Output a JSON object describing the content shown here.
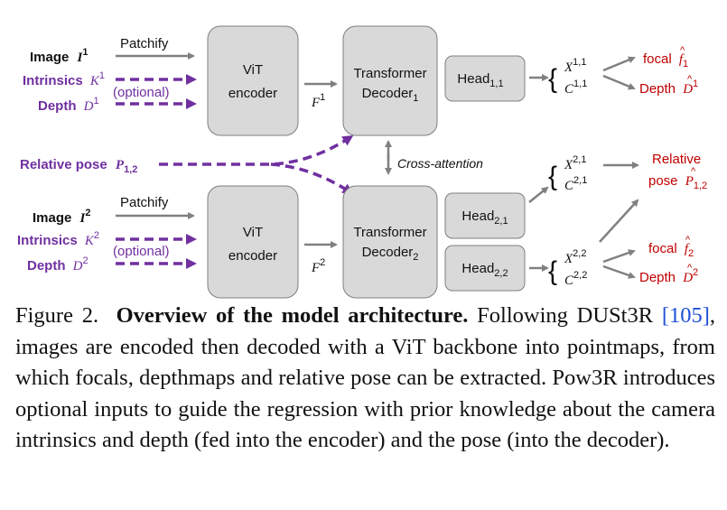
{
  "diagram": {
    "patchify": "Patchify",
    "image_label": "Image",
    "intrinsics_label": "Intrinsics",
    "depth_label": "Depth",
    "optional": "(optional)",
    "relative_pose_label": "Relative pose",
    "vit_line1": "ViT",
    "vit_line2": "encoder",
    "transformer_line1": "Transformer",
    "decoder_word": "Decoder",
    "head_word": "Head",
    "cross_attention": "Cross-attention",
    "focal_word": "focal",
    "depth_word": "Depth",
    "relative_line1": "Relative",
    "pose_word": "pose",
    "sym_I": "I",
    "sym_K": "K",
    "sym_D": "D",
    "sym_P": "P",
    "sym_F": "F",
    "sym_X": "X",
    "sym_C": "C",
    "sym_f": "f",
    "sup1": "1",
    "sup2": "2",
    "sub1": "1",
    "sub2": "2",
    "sub12": "1,2",
    "sub11": "1,1",
    "sub21": "2,1",
    "sub22": "2,2",
    "sup11": "1,1",
    "sup21": "2,1",
    "sup22": "2,2",
    "hat": "^"
  },
  "caption": {
    "fig": "Figure 2.",
    "title": "Overview of the model architecture.",
    "text1": "Following DUSt3R",
    "cite": "[105]",
    "text2": ", images are encoded then decoded with a ViT backbone into pointmaps, from which focals, depthmaps and relative pose can be extracted. Pow3R introduces optional inputs to guide the regression with prior knowledge about the camera intrinsics and depth (fed into the encoder) and the pose (into the decoder)."
  },
  "colors": {
    "purple": "#7030A0",
    "red": "#C00000",
    "box": "#d9d9d9",
    "arrow": "#808080",
    "cite": "#1f4fd6"
  }
}
